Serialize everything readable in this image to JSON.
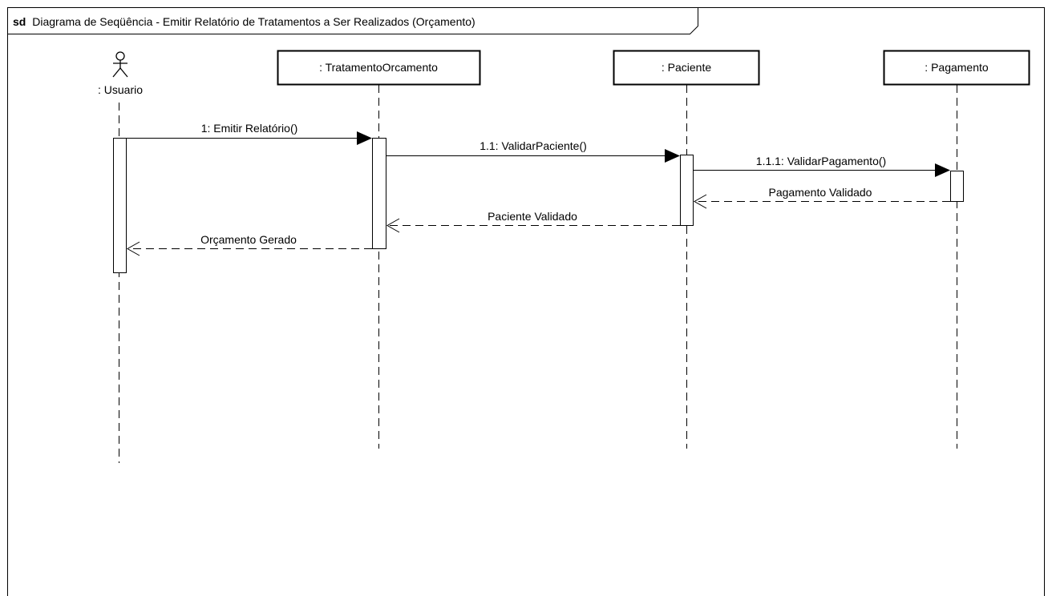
{
  "frame": {
    "keyword": "sd",
    "title": "Diagrama de Seqüência - Emitir Relatório de Tratamentos a Ser Realizados (Orçamento)"
  },
  "actor": {
    "label": ": Usuario",
    "icon": "stick-figure-icon"
  },
  "lifelines": [
    {
      "label": ": TratamentoOrcamento"
    },
    {
      "label": ": Paciente"
    },
    {
      "label": ": Pagamento"
    }
  ],
  "messages": [
    {
      "label": "1: Emitir Relatório()",
      "kind": "synchronous call"
    },
    {
      "label": "1.1: ValidarPaciente()",
      "kind": "synchronous call"
    },
    {
      "label": "1.1.1: ValidarPagamento()",
      "kind": "synchronous call"
    },
    {
      "label": "Pagamento Validado",
      "kind": "return"
    },
    {
      "label": "Paciente Validado",
      "kind": "return"
    },
    {
      "label": "Orçamento Gerado",
      "kind": "return"
    }
  ],
  "colors": {
    "stroke": "#000000",
    "background": "#ffffff"
  }
}
